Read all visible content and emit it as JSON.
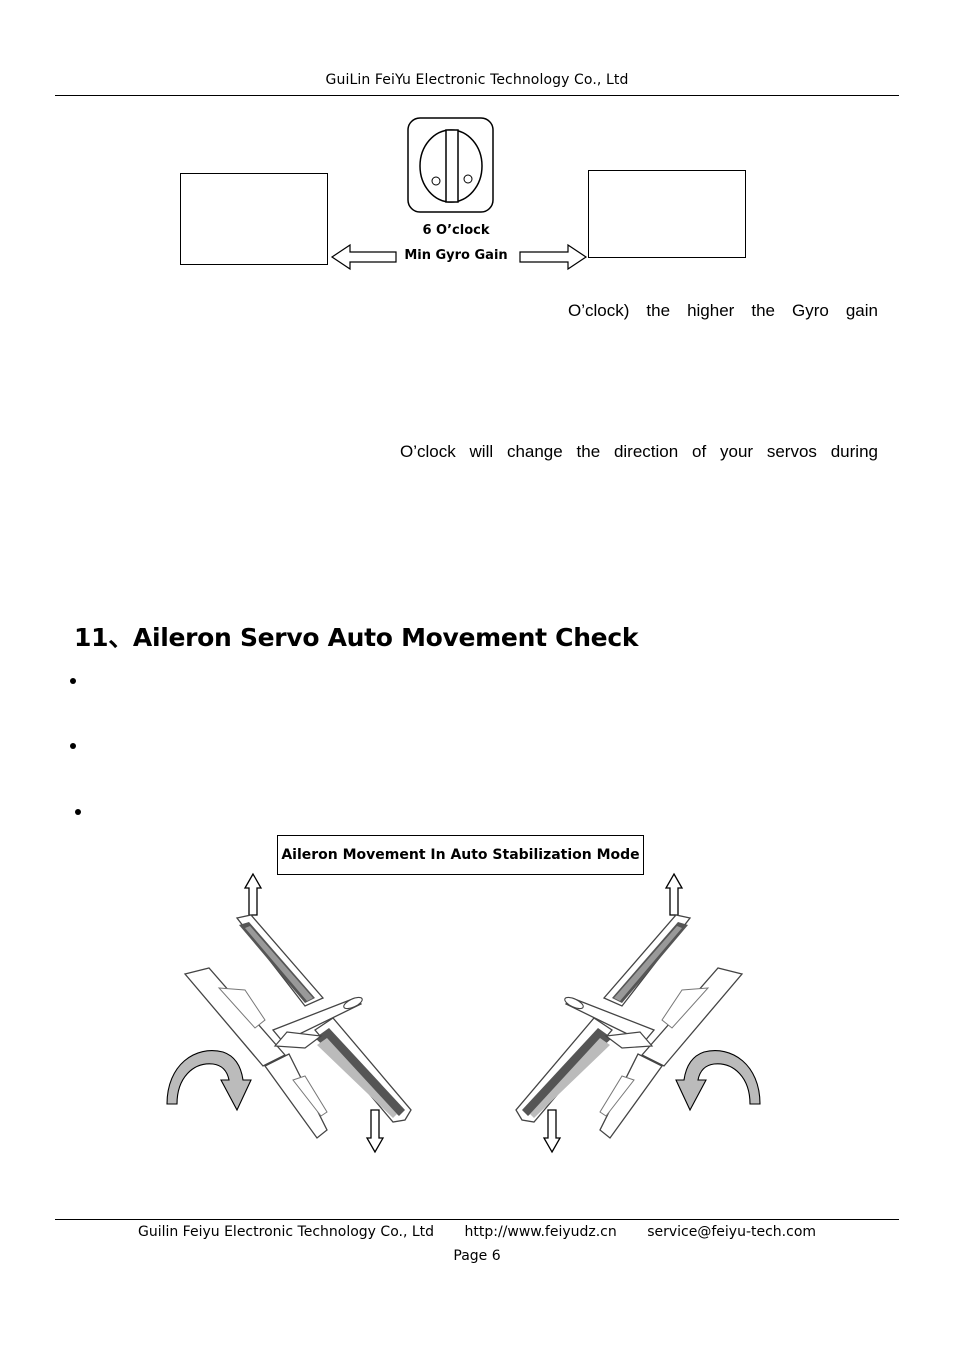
{
  "header": {
    "company": "GuiLin FeiYu Electronic Technology Co., Ltd"
  },
  "gain_diagram": {
    "dial_label_line1": "6 O’clock",
    "dial_label_line2": "Min Gyro Gain"
  },
  "paragraphs": {
    "gain_fragment": "O’clock)  the  higher  the  Gyro  gain",
    "direction_fragment": "O’clock  will  change  the  direction  of  your  servos  during"
  },
  "section": {
    "title": "11、Aileron Servo Auto Movement Check",
    "bullets": [
      "",
      "",
      ""
    ]
  },
  "figure": {
    "caption": "Aileron Movement In Auto Stabilization Mode",
    "icons": [
      "airplane-roll-left",
      "airplane-roll-right",
      "up-arrow",
      "down-arrow",
      "curved-roll-arrow"
    ]
  },
  "footer": {
    "company": "Guilin Feiyu Electronic Technology Co., Ltd",
    "website": "http://www.feiyudz.cn",
    "email": "service@feiyu-tech.com",
    "page": "Page 6"
  }
}
